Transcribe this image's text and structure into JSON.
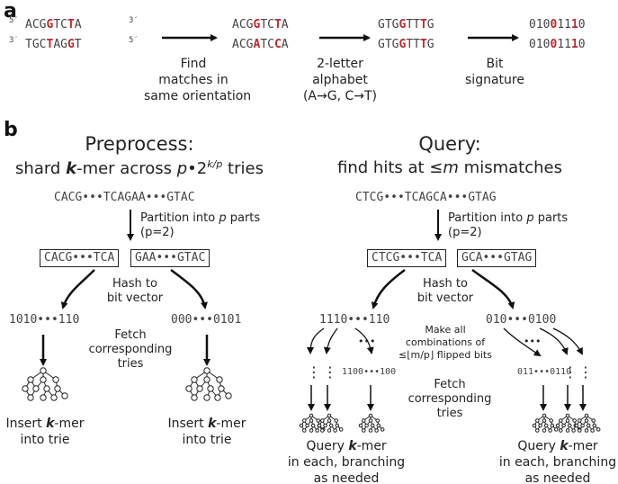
{
  "panel_a": {
    "label": "a",
    "prime5": "5′",
    "prime3": "3′",
    "seq_top": [
      "ACG",
      "G",
      "TC",
      "T",
      "A"
    ],
    "seq_bottom": [
      "TGC",
      "T",
      "AG",
      "G",
      "T"
    ],
    "mid_top": [
      "ACG",
      "G",
      "TC",
      "T",
      "A"
    ],
    "mid_bottom": [
      "ACG",
      "A",
      "TC",
      "C",
      "A"
    ],
    "alpha_top": [
      "GTG",
      "G",
      "TT",
      "T",
      "G"
    ],
    "alpha_bottom": [
      "GTG",
      "G",
      "TT",
      "T",
      "G"
    ],
    "bits_top": [
      "010",
      "0",
      "11",
      "1",
      "0"
    ],
    "bits_bottom": [
      "010",
      "0",
      "11",
      "1",
      "0"
    ],
    "step1": [
      "Find",
      "matches in",
      "same orientation"
    ],
    "step2": [
      "2-letter",
      "alphabet",
      "(A→G, C→T)"
    ],
    "step3": [
      "Bit",
      "signature"
    ]
  },
  "panel_b": {
    "label": "b",
    "pre_title": "Preprocess:",
    "pre_sub_a": "shard ",
    "pre_sub_k": "k",
    "pre_sub_b": "-mer across ",
    "pre_sub_p": "p",
    "pre_sub_c": "•2",
    "pre_sub_sup": "k/p",
    "pre_sub_d": " tries",
    "q_title": "Query:",
    "q_sub": "find hits at ≤",
    "q_sub_m": "m",
    "q_sub_b": " mismatches",
    "pre_kmer": "CACG•••TCAGAA•••GTAC",
    "q_kmer": "CTCG•••TCAGCA•••GTAG",
    "partition": "Partition into ",
    "partition_p": "p",
    "partition_b": " parts",
    "partition2": "(p=2)",
    "pre_part1": "CACG•••TCA",
    "pre_part2": "GAA•••GTAC",
    "q_part1": "CTCG•••TCA",
    "q_part2": "GCA•••GTAG",
    "hash": [
      "Hash to",
      "bit vector"
    ],
    "pre_bits1": "1010•••110",
    "pre_bits2": "000•••0101",
    "q_bits1": "1110•••110",
    "q_bits2": "010•••0100",
    "fetch": [
      "Fetch",
      "corresponding",
      "tries"
    ],
    "insert_a": "Insert ",
    "insert_k": "k",
    "insert_b": "-mer",
    "insert_c": "into trie",
    "combos": [
      "Make all",
      "combinations of",
      "≤⌊m/p⌋ flipped bits"
    ],
    "flip1": "1100•••100",
    "flip2": "011•••0110",
    "dots_h": "•••",
    "dots_v": "⋮",
    "query_a": "Query ",
    "query_k": "k",
    "query_b": "-mer",
    "query_c": "in each, branching",
    "query_d": "as needed"
  },
  "colors": {
    "accent_red": "#c0282d",
    "text": "#222222",
    "mono_text": "#444444"
  }
}
